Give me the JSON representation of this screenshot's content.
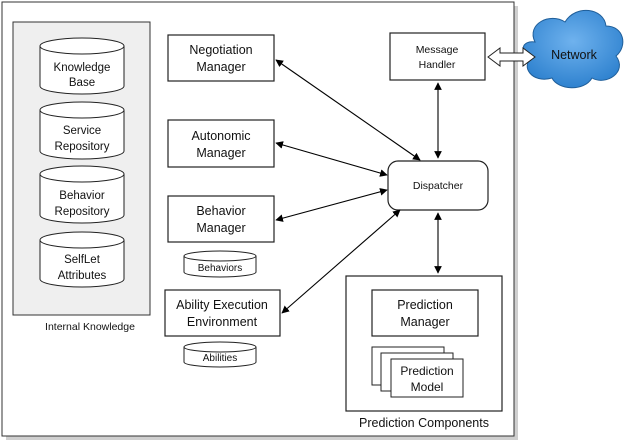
{
  "internal_knowledge": {
    "label": "Internal Knowledge",
    "stores": [
      {
        "line1": "Knowledge",
        "line2": "Base"
      },
      {
        "line1": "Service",
        "line2": "Repository"
      },
      {
        "line1": "Behavior",
        "line2": "Repository"
      },
      {
        "line1": "SelfLet",
        "line2": "Attributes"
      }
    ]
  },
  "managers": {
    "negotiation": {
      "line1": "Negotiation",
      "line2": "Manager"
    },
    "autonomic": {
      "line1": "Autonomic",
      "line2": "Manager"
    },
    "behavior": {
      "line1": "Behavior",
      "line2": "Manager"
    },
    "ability": {
      "line1": "Ability Execution",
      "line2": "Environment"
    }
  },
  "small_stores": {
    "behaviors": "Behaviors",
    "abilities": "Abilities"
  },
  "message_handler": {
    "line1": "Message",
    "line2": "Handler"
  },
  "network": {
    "label": "Network",
    "color": "#3b8fd6"
  },
  "dispatcher": {
    "label": "Dispatcher"
  },
  "prediction": {
    "group_label": "Prediction Components",
    "manager": {
      "line1": "Prediction",
      "line2": "Manager"
    },
    "model": {
      "line1": "Prediction",
      "line2": "Model"
    }
  }
}
